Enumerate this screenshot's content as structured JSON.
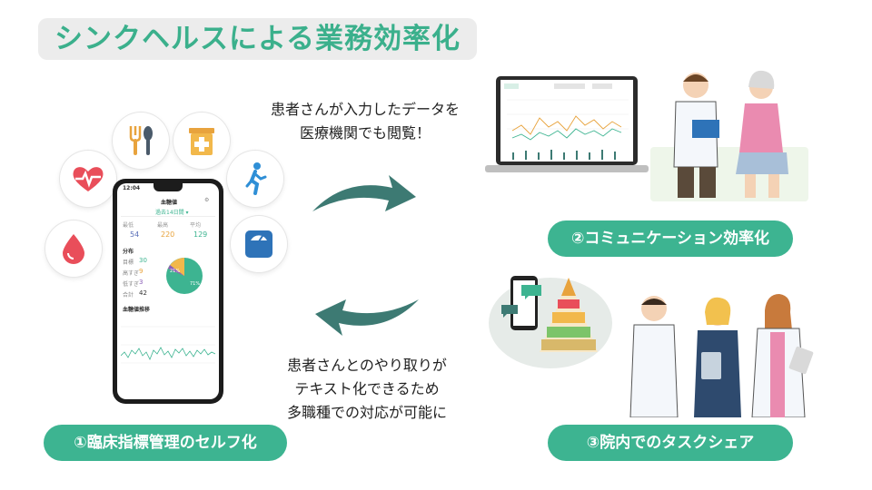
{
  "title": "シンクヘルスによる業務効率化",
  "captions": {
    "top": [
      "患者さんが入力したデータを",
      "医療機関でも閲覧！"
    ],
    "bottom": [
      "患者さんとのやり取りが",
      "テキスト化できるため",
      "多職種での対応が可能に"
    ]
  },
  "labels": {
    "self": "①臨床指標管理のセルフ化",
    "communication": "②コミュニケーション効率化",
    "task_share": "③院内でのタスクシェア"
  },
  "icons": [
    "heart-rate-icon",
    "utensils-icon",
    "medicine-box-icon",
    "walking-icon",
    "scale-icon",
    "blood-drop-icon"
  ],
  "phone": {
    "time": "12:04",
    "screen_title": "血糖値",
    "period": "過去14日間 ▾",
    "stats_headers": [
      "最低",
      "最高",
      "平均"
    ],
    "stats_values": [
      "54",
      "220",
      "129"
    ],
    "dist_title": "分布",
    "dist_labels": [
      "目標",
      "高すぎ",
      "低すぎ",
      "合計"
    ],
    "dist_values": [
      "30",
      "9",
      "3",
      "42"
    ],
    "pie_labels": [
      "21%",
      "71%"
    ],
    "section2": "血糖値推移"
  },
  "colors": {
    "accent": "#3db491",
    "title_green": "#3bb08c",
    "arrow": "#3d7a73"
  }
}
